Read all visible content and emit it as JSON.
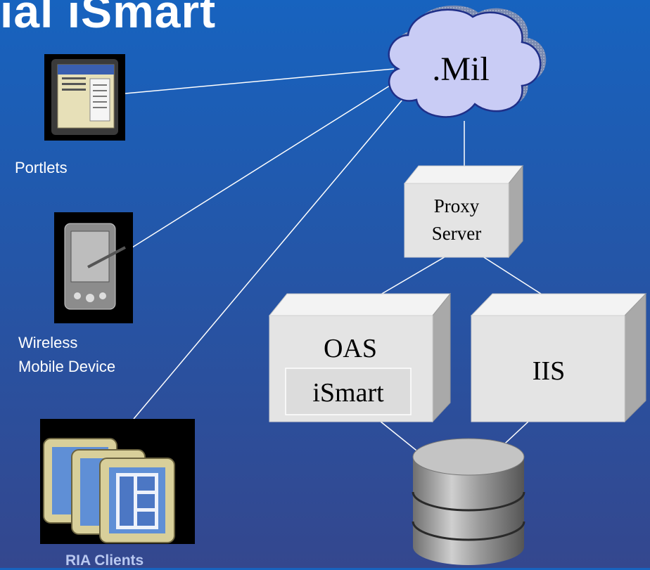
{
  "slide": {
    "title_fragment": "ial iSmart"
  },
  "nodes": {
    "cloud": ".Mil",
    "proxy_line1": "Proxy",
    "proxy_line2": "Server",
    "oas": "OAS",
    "ismart": "iSmart",
    "iis": "IIS"
  },
  "clients": {
    "portlets": "Portlets",
    "wireless_line1": "Wireless",
    "wireless_line2": "Mobile Device",
    "ria": "RIA Clients"
  },
  "colors": {
    "background_top": "#1763bf",
    "background_bottom": "#34478e",
    "cloud_fill": "#c9ccf5",
    "box_fill": "#e6e6e6",
    "line": "#ffffff"
  }
}
